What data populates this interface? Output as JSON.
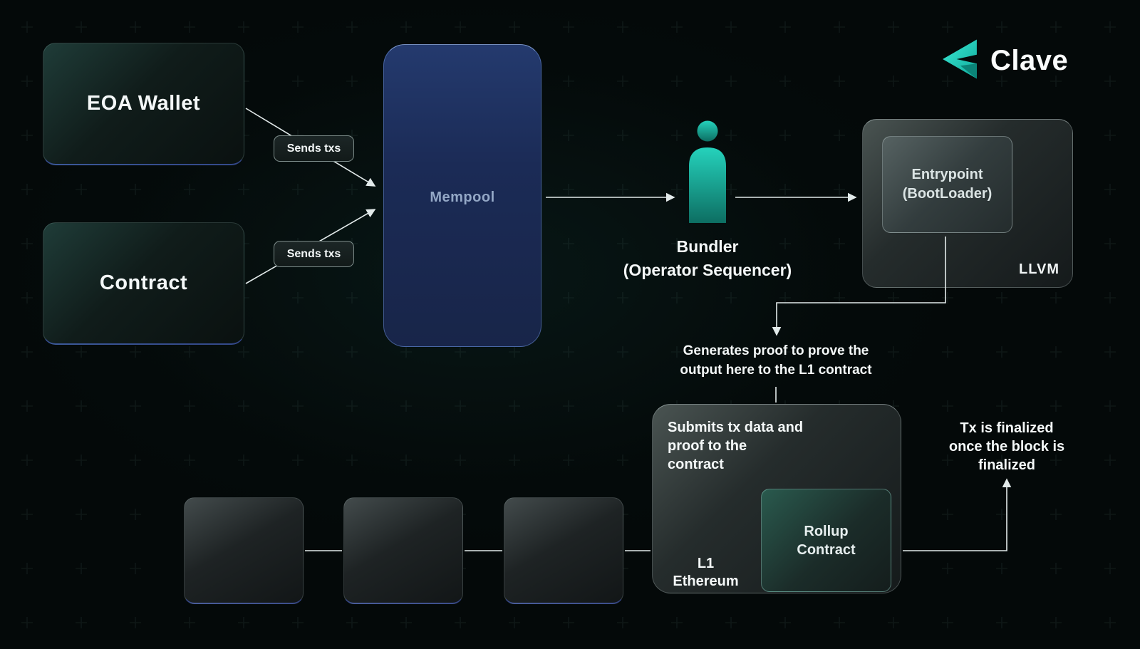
{
  "logo": {
    "text": "Clave"
  },
  "colors": {
    "accent_teal": "#16c3b0",
    "mempool_blue": "#1c2c58",
    "background": "#040909",
    "arrow": "#e2eaea"
  },
  "nodes": {
    "eoa_wallet": {
      "label": "EOA Wallet"
    },
    "contract": {
      "label": "Contract"
    },
    "mempool": {
      "label": "Mempool"
    },
    "bundler": {
      "label": "Bundler",
      "sublabel": "(Operator Sequencer)"
    },
    "entrypoint": {
      "label": "Entrypoint (BootLoader)"
    },
    "llvm": {
      "label": "LLVM"
    },
    "l1_ethereum": {
      "label": "L1 Ethereum"
    },
    "rollup_contract": {
      "label": "Rollup Contract"
    }
  },
  "edges": {
    "sends_txs_top": "Sends txs",
    "sends_txs_bottom": "Sends txs"
  },
  "annotations": {
    "generates_proof": "Generates proof to prove the output here to the L1 contract",
    "submits_tx": "Submits tx data and proof to the contract",
    "tx_finalized": "Tx is finalized once the block is finalized"
  }
}
